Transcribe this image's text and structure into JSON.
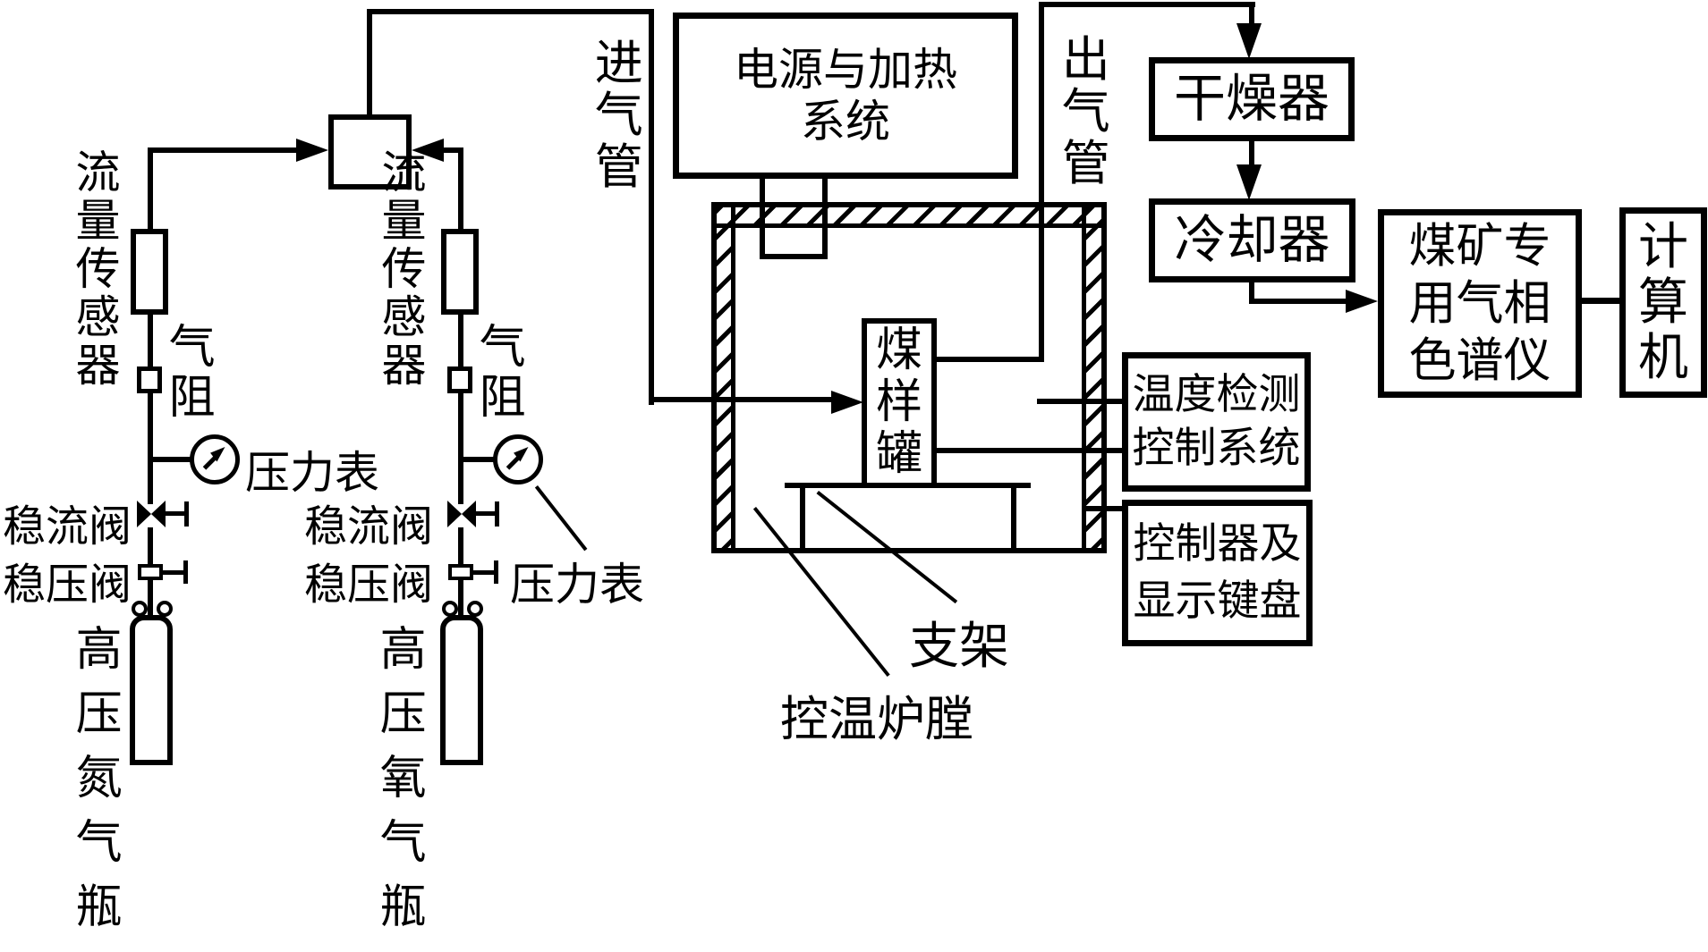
{
  "gas_supply": {
    "nitrogen": {
      "flow_sensor": "流量传感器",
      "gas_resistor": "气阻",
      "pressure_gauge": "压力表",
      "flow_valve": "稳流阀",
      "pressure_valve": "稳压阀",
      "cylinder": "高压氮气瓶"
    },
    "oxygen": {
      "flow_sensor": "流量传感器",
      "gas_resistor": "气阻",
      "pressure_gauge": "压力表",
      "flow_valve": "稳流阀",
      "pressure_valve": "稳压阀",
      "cylinder": "高压氧气瓶"
    }
  },
  "piping": {
    "inlet": "进气管",
    "outlet": "出气管"
  },
  "furnace": {
    "power_heating": "电源与加热\n系统",
    "coal_canister": "煤样罐",
    "support": "支架",
    "chamber": "控温炉膛"
  },
  "gas_processing": {
    "dryer": "干燥器",
    "cooler": "冷却器",
    "chromatograph": "煤矿专\n用气相\n色谱仪",
    "computer": "计算机"
  },
  "control": {
    "temperature_system": "温度检测\n控制系统",
    "controller_keyboard": "控制器及\n显示键盘"
  },
  "colors": {
    "line": "#000000",
    "background": "#ffffff"
  }
}
